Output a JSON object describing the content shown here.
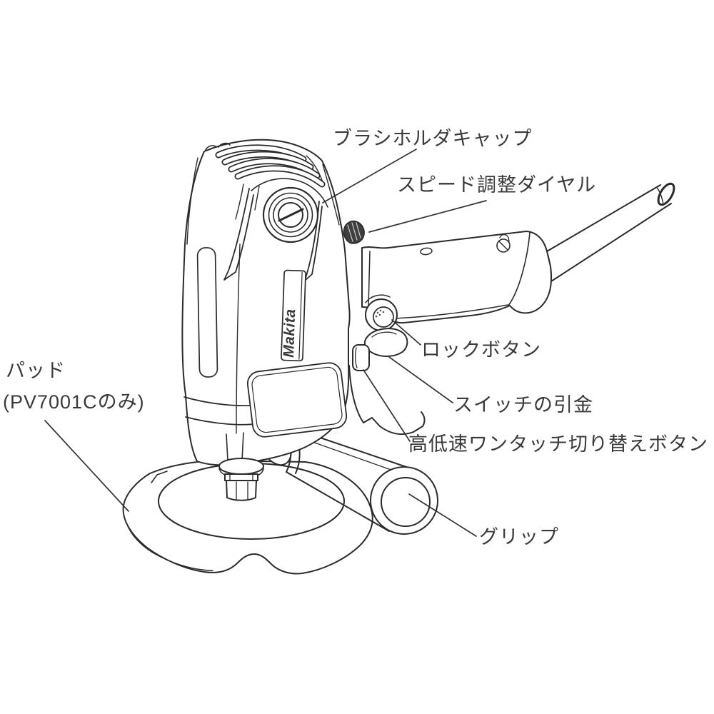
{
  "logo_text": "Makita",
  "labels": {
    "brush_holder_cap": "ブラシホルダキャップ",
    "speed_dial": "スピード調整ダイヤル",
    "lock_button": "ロックボタン",
    "switch_trigger": "スイッチの引金",
    "speed_switch_button": "高低速ワンタッチ切り替えボタン",
    "grip": "グリップ",
    "pad_line1": "パッド",
    "pad_line2": "(PV7001Cのみ)"
  },
  "colors": {
    "line": "#2b2b2b",
    "text": "#3a3a3a",
    "background": "#ffffff"
  }
}
